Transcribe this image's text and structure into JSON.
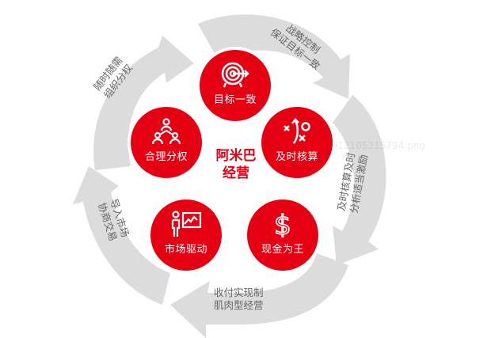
{
  "center_title": [
    "阿米巴",
    "经营"
  ],
  "nodes": [
    {
      "label": "目标一致",
      "icon": "target-icon"
    },
    {
      "label": "合理分权",
      "icon": "org-chart-icon"
    },
    {
      "label": "及时核算",
      "icon": "tactics-icon"
    },
    {
      "label": "市场驱动",
      "icon": "presentation-chart-icon"
    },
    {
      "label": "现金为王",
      "icon": "dollar-icon"
    }
  ],
  "arrows": [
    {
      "line1": "随时随需",
      "line2": "组织分权"
    },
    {
      "line1": "战略控制",
      "line2": "保证目标一致"
    },
    {
      "line1": "及时核算及时",
      "line2": "分析适当激励"
    },
    {
      "line1": "收付实现制",
      "line2": "肌肉型经营"
    },
    {
      "line1": "导入市场",
      "line2": "协商交易"
    }
  ],
  "watermark": "1575912105215794.png",
  "colors": {
    "accent": "#e50012",
    "ring": "#d9d9d9",
    "label": "#666666"
  }
}
